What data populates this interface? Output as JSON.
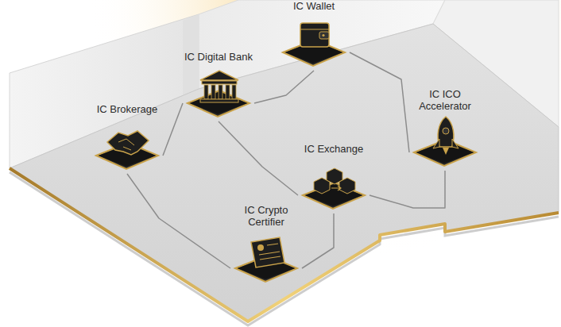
{
  "diagram": {
    "nodes": [
      {
        "text": [
          "IC Wallet"
        ]
      },
      {
        "text": [
          "IC Digital Bank"
        ]
      },
      {
        "text": [
          "IC ICO Accelerator"
        ]
      },
      {
        "text": [
          "IC Brokerage"
        ]
      },
      {
        "text": [
          "IC Exchange"
        ]
      },
      {
        "text": [
          "IC Crypto Certifier"
        ]
      }
    ],
    "edges": [
      {
        "from": 3,
        "to": 1,
        "arrow": "none"
      },
      {
        "from": 1,
        "to": 0,
        "arrow": "none"
      },
      {
        "from": 0,
        "to": 2,
        "arrow": "none"
      },
      {
        "from": 3,
        "to": 5,
        "arrow": "none"
      },
      {
        "from": 4,
        "to": 1,
        "arrow": "none"
      },
      {
        "from": 4,
        "to": 2,
        "arrow": "none"
      },
      {
        "from": 4,
        "to": 5,
        "arrow": "none"
      }
    ]
  }
}
